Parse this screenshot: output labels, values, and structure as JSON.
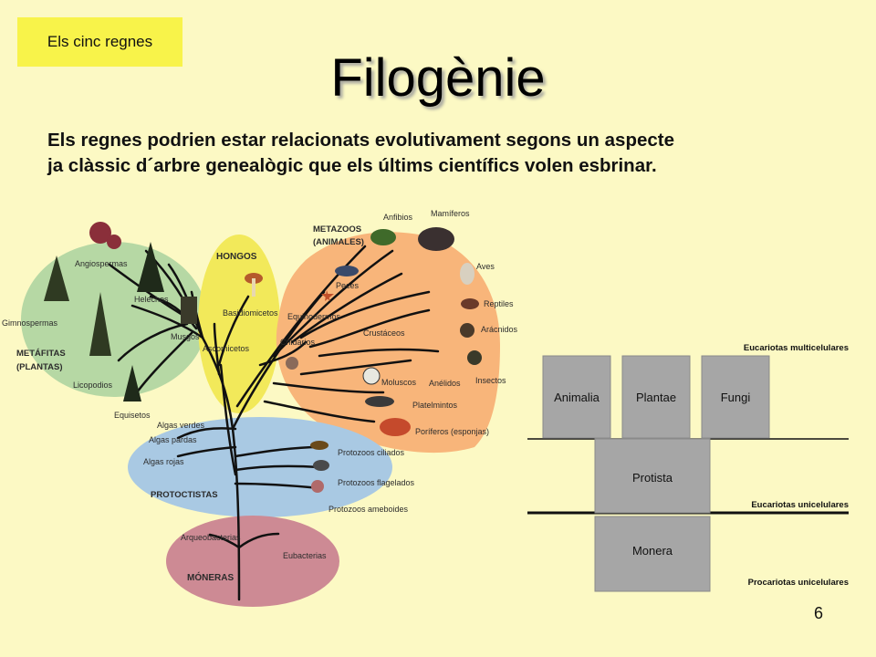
{
  "slide": {
    "tag": "Els cinc regnes",
    "title": "Filogènie",
    "description_lines": [
      "Els regnes podrien estar relacionats evolutivament segons un aspecte",
      "ja clàssic d´arbre genealògic que els últims científics volen esbrinar."
    ],
    "page_number": "6"
  },
  "tree": {
    "kingdoms": {
      "metafitas": [
        "METÁFITAS",
        "(PLANTAS)"
      ],
      "hongos": "HONGOS",
      "metazoos": [
        "METAZOOS",
        "(ANIMALES)"
      ],
      "protoctistas": "PROTOCTISTAS",
      "moneras": "MÓNERAS"
    },
    "labels": {
      "angiospermas": "Angiospermas",
      "helechos": "Helechos",
      "gimnospermas": "Gimnospermas",
      "licopodios": "Licopodios",
      "musgos": "Musgos",
      "equisetos": "Equisetos",
      "basidiomicetos": "Basidiomicetos",
      "ascomicetos": "Ascomicetos",
      "anfibios": "Anfibios",
      "mamiferos": "Mamíferos",
      "aves": "Aves",
      "peces": "Peces",
      "reptiles": "Reptiles",
      "aracnidos": "Arácnidos",
      "equinodermos": "Equinodermos",
      "crustaceos": "Crustáceos",
      "cnidarios": "Cnidarios",
      "insectos": "Insectos",
      "moluscos": "Moluscos",
      "anelidos": "Anélidos",
      "platelmintos": "Platelmintos",
      "poriferos": "Poríferos (esponjas)",
      "algas_verdes": "Algas verdes",
      "algas_pardas": "Algas pardas",
      "algas_rojas": "Algas rojas",
      "protozoos_ciliados": "Protozoos ciliados",
      "protozoos_flagelados": "Protozoos flagelados",
      "protozoos_ameboides": "Protozoos ameboides",
      "arqueobacterias": "Arqueobacterias",
      "eubacterias": "Eubacterias"
    },
    "colors": {
      "plantas": "#b6d8a4",
      "hongos": "#f2e95a",
      "animales": "#f8b57a",
      "protoctistas": "#a9c9e3",
      "moneras": "#cd8a94"
    }
  },
  "boxes": {
    "level_labels": {
      "multi": "Eucariotas multicelulares",
      "uni": "Eucariotas unicelulares",
      "pro": "Procariotas unicelulares"
    },
    "items": {
      "animalia": "Animalia",
      "plantae": "Plantae",
      "fungi": "Fungi",
      "protista": "Protista",
      "monera": "Monera"
    },
    "box_color": "#a6a6a6"
  }
}
